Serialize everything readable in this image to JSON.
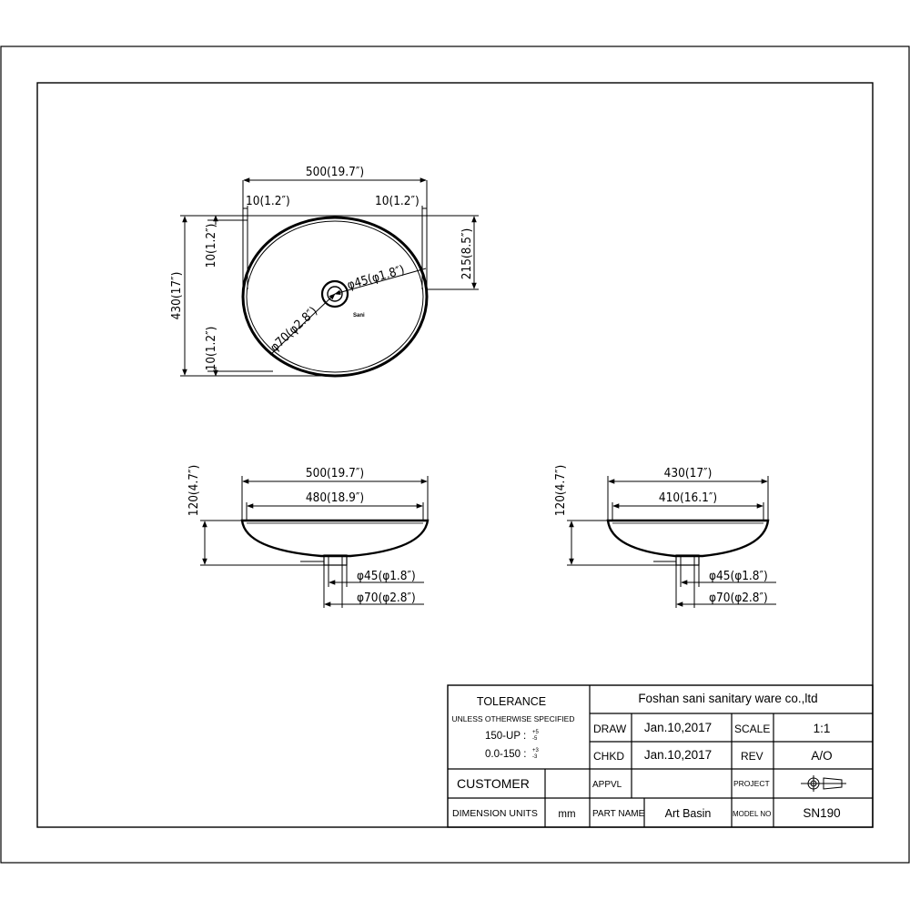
{
  "top_view": {
    "overall_width": "500(19.7″)",
    "left_rim": "10(1.2″)",
    "right_rim": "10(1.2″)",
    "overall_depth": "430(17″)",
    "top_rim": "10(1.2″)",
    "bottom_rim": "10(1.2″)",
    "center_offset": "215(8.5″)",
    "drain_inner": "φ45(φ1.8″)",
    "drain_outer": "φ70(φ2.8″)",
    "logo_mark": "Sani"
  },
  "front_view": {
    "outer_width": "500(19.7″)",
    "inner_width": "480(18.9″)",
    "height": "120(4.7″)",
    "drain_inner": "φ45(φ1.8″)",
    "drain_outer": "φ70(φ2.8″)"
  },
  "side_view": {
    "outer_width": "430(17″)",
    "inner_width": "410(16.1″)",
    "height": "120(4.7″)",
    "drain_inner": "φ45(φ1.8″)",
    "drain_outer": "φ70(φ2.8″)"
  },
  "title_block": {
    "tolerance_title": "TOLERANCE",
    "tolerance_sub": "UNLESS OTHERWISE SPECIFIED",
    "tol_row1_label": "150-UP :",
    "tol_row1_plus": "+5",
    "tol_row1_minus": "-5",
    "tol_row2_label": "0.0-150 :",
    "tol_row2_plus": "+3",
    "tol_row2_minus": "-3",
    "company": "Foshan sani sanitary ware co.,ltd",
    "draw_label": "DRAW",
    "draw_date": "Jan.10,2017",
    "scale_label": "SCALE",
    "scale_value": "1:1",
    "chkd_label": "CHKD",
    "chkd_date": "Jan.10,2017",
    "rev_label": "REV",
    "rev_value": "A/O",
    "customer_label": "CUSTOMER",
    "customer_value": "",
    "appvl_label": "APPVL",
    "appvl_value": "",
    "project_label": "PROJECT",
    "units_label": "DIMENSION UNITS",
    "units_value": "mm",
    "part_label": "PART NAME",
    "part_value": "Art Basin",
    "model_label": "MODEL NO",
    "model_value": "SN190"
  }
}
